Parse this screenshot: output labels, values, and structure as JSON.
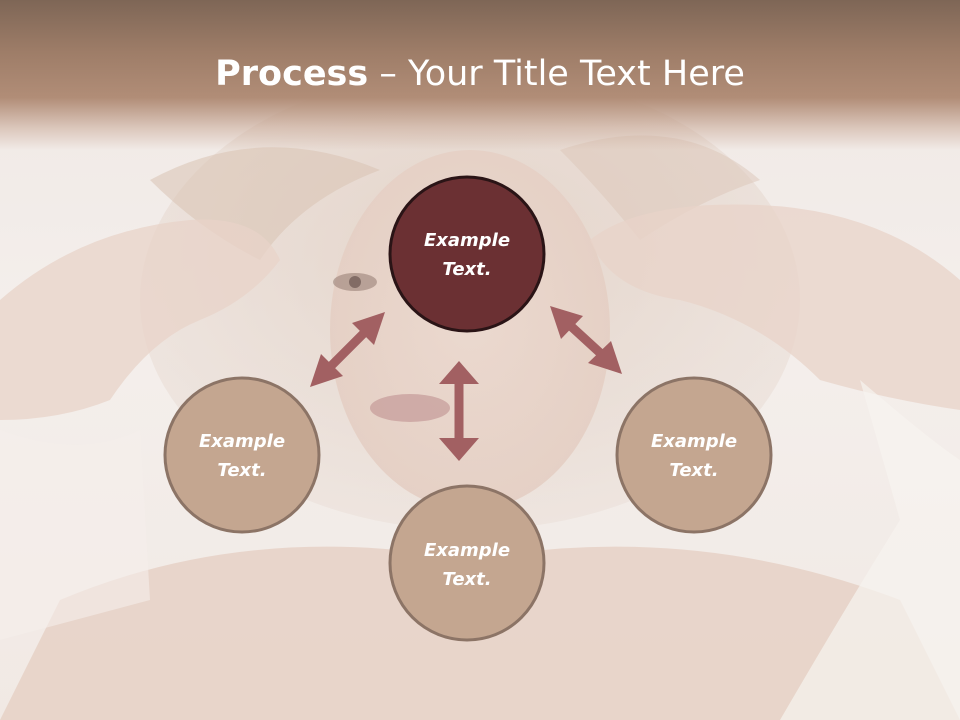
{
  "title": {
    "bold": "Process",
    "dash": " – ",
    "rest": "Your Title Text Here"
  },
  "colors": {
    "center_node": "#6b3033",
    "outer_node": "#c4a690",
    "outer_node_border": "#8c7466",
    "center_node_border": "#2a1416",
    "arrow": "#a26062"
  },
  "diagram": {
    "center": {
      "line1": "Example",
      "line2": "Text."
    },
    "left": {
      "line1": "Example",
      "line2": "Text."
    },
    "bottom": {
      "line1": "Example",
      "line2": "Text."
    },
    "right": {
      "line1": "Example",
      "line2": "Text."
    }
  },
  "background": {
    "description_icon": "portrait-photo"
  }
}
